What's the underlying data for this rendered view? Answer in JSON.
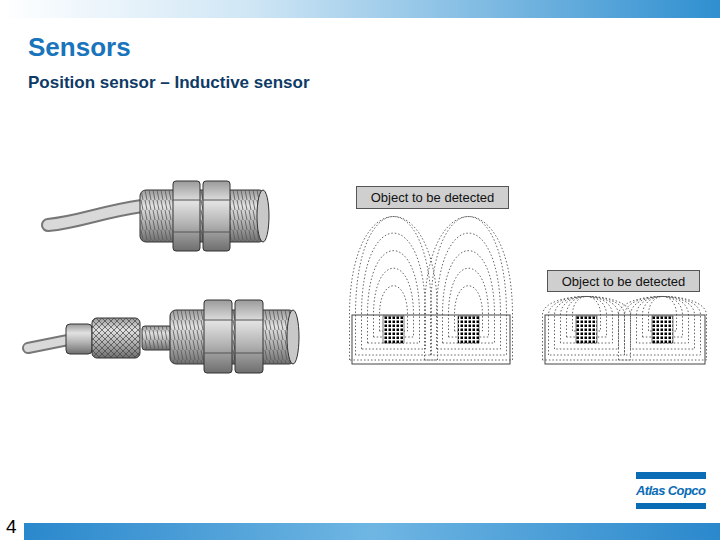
{
  "diagram": {
    "title": "Sensors",
    "nodes": [
      {
        "text": [
          "Object to be detected"
        ]
      },
      {
        "text": [
          "Object to be detected"
        ]
      }
    ],
    "labels": [
      "Position sensor – Inductive sensor",
      "4",
      "Atlas Copco"
    ]
  }
}
